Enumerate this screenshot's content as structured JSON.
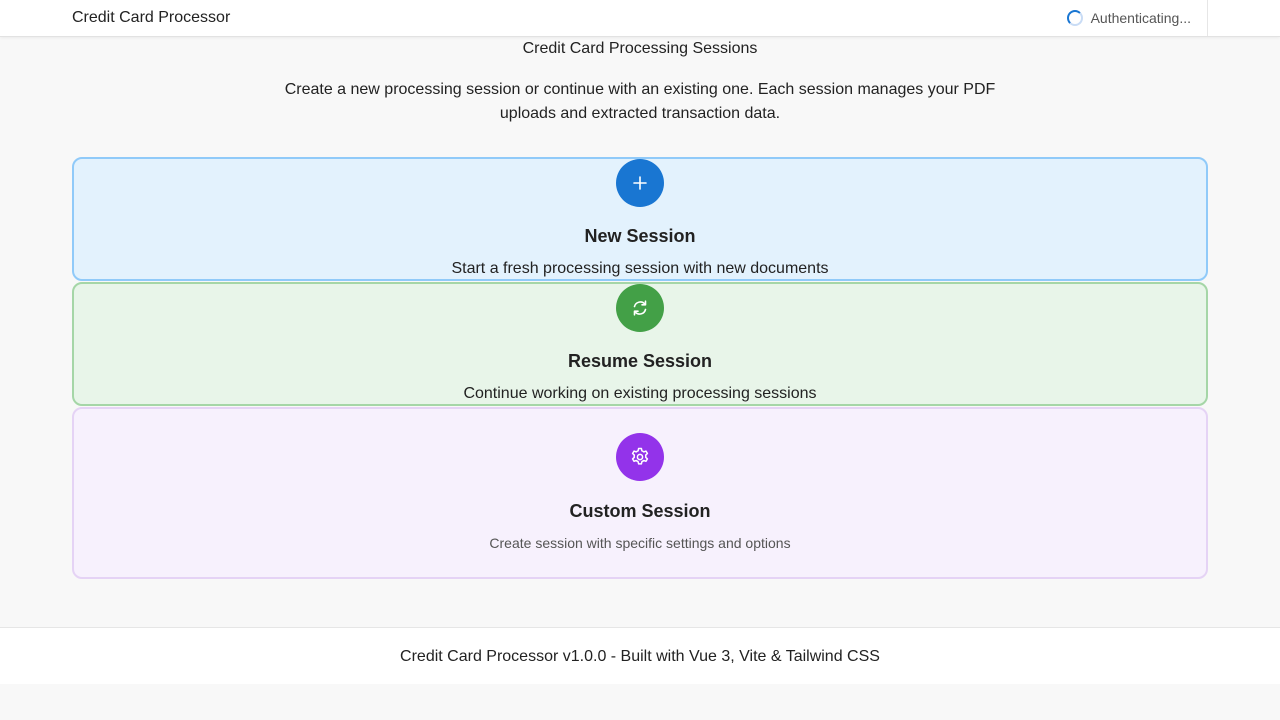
{
  "header": {
    "app_title": "Credit Card Processor",
    "auth_status": "Authenticating..."
  },
  "main": {
    "heading": "Credit Card Processing Sessions",
    "description": "Create a new processing session or continue with an existing one. Each session manages your PDF uploads and extracted transaction data."
  },
  "cards": {
    "new": {
      "icon": "plus-icon",
      "title": "New Session",
      "description": "Start a fresh processing session with new documents",
      "accent": "#1976d2"
    },
    "resume": {
      "icon": "refresh-icon",
      "title": "Resume Session",
      "description": "Continue working on existing processing sessions",
      "accent": "#43a047"
    },
    "custom": {
      "icon": "gear-icon",
      "title": "Custom Session",
      "description": "Create session with specific settings and options",
      "accent": "#9333ea"
    }
  },
  "footer": {
    "text": "Credit Card Processor v1.0.0 - Built with Vue 3, Vite & Tailwind CSS"
  }
}
